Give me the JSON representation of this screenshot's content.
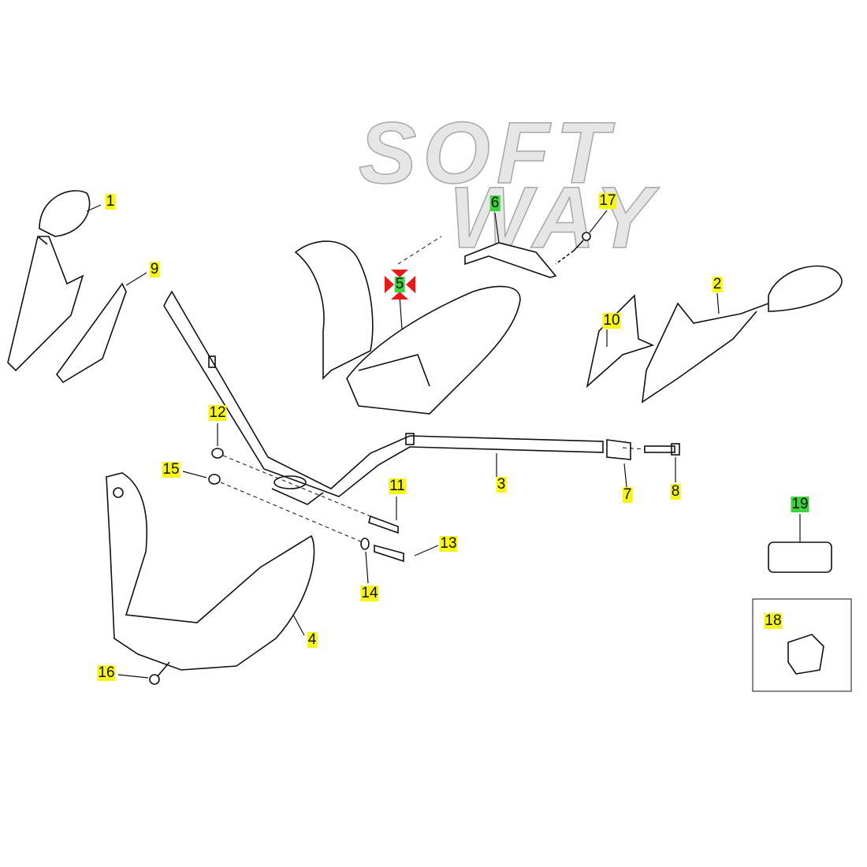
{
  "watermark": {
    "line1": "SOFT",
    "line2": "WAY"
  },
  "callouts": [
    {
      "id": "1",
      "label": "1",
      "highlight": "yellow"
    },
    {
      "id": "2",
      "label": "2",
      "highlight": "yellow"
    },
    {
      "id": "3",
      "label": "3",
      "highlight": "yellow"
    },
    {
      "id": "4",
      "label": "4",
      "highlight": "yellow"
    },
    {
      "id": "5",
      "label": "5",
      "highlight": "green",
      "selected": true
    },
    {
      "id": "6",
      "label": "6",
      "highlight": "green"
    },
    {
      "id": "7",
      "label": "7",
      "highlight": "yellow"
    },
    {
      "id": "8",
      "label": "8",
      "highlight": "yellow"
    },
    {
      "id": "9",
      "label": "9",
      "highlight": "yellow"
    },
    {
      "id": "10",
      "label": "10",
      "highlight": "yellow"
    },
    {
      "id": "11",
      "label": "11",
      "highlight": "yellow"
    },
    {
      "id": "12",
      "label": "12",
      "highlight": "yellow"
    },
    {
      "id": "13",
      "label": "13",
      "highlight": "yellow"
    },
    {
      "id": "14",
      "label": "14",
      "highlight": "yellow"
    },
    {
      "id": "15",
      "label": "15",
      "highlight": "yellow"
    },
    {
      "id": "16",
      "label": "16",
      "highlight": "yellow"
    },
    {
      "id": "17",
      "label": "17",
      "highlight": "yellow"
    },
    {
      "id": "18",
      "label": "18",
      "highlight": "yellow"
    },
    {
      "id": "19",
      "label": "19",
      "highlight": "green"
    }
  ],
  "colors": {
    "yellow": "#f6f51a",
    "green": "#3fd23f",
    "selection_arrows": "#e81818"
  }
}
